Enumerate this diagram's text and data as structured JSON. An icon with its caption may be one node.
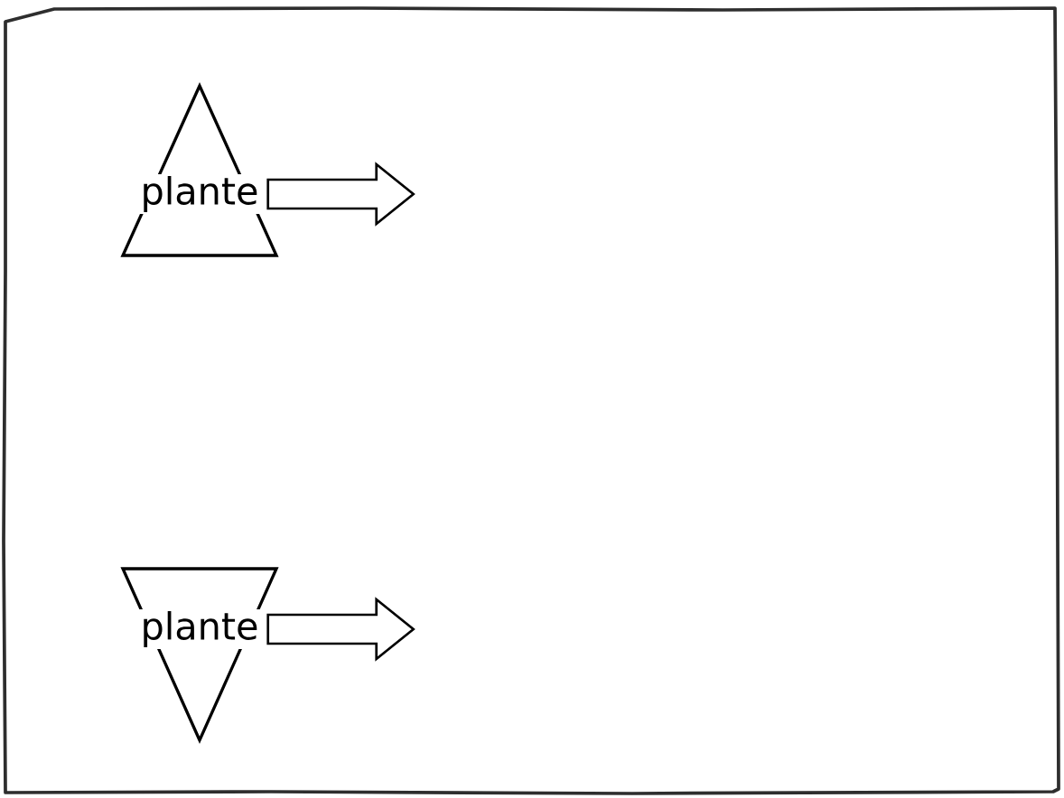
{
  "diagram": {
    "nodes": [
      {
        "text": [
          "plante"
        ]
      },
      {
        "text": [
          "plante"
        ]
      }
    ],
    "edges": [
      {
        "from": 0,
        "to": null,
        "arrow": "to"
      },
      {
        "from": 1,
        "to": null,
        "arrow": "to"
      }
    ]
  }
}
